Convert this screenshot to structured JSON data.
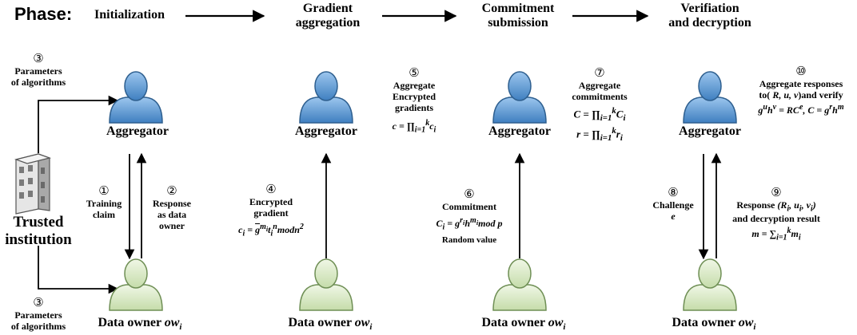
{
  "phase_row": {
    "label": "Phase:",
    "phases": [
      {
        "line1": "Initialization",
        "line2": ""
      },
      {
        "line1": "Gradient",
        "line2": "aggregation"
      },
      {
        "line1": "Commitment",
        "line2": "submission"
      },
      {
        "line1": "Verifiation",
        "line2": "and decryption"
      }
    ]
  },
  "actors": {
    "aggregator": "Aggregator",
    "data_owner": "Data owner ",
    "data_owner_sym": "ow",
    "data_owner_sub": "i",
    "trusted_line1": "Trusted",
    "trusted_line2": "institution"
  },
  "steps": {
    "s1": {
      "num": "①",
      "line1": "Training",
      "line2": "claim"
    },
    "s2": {
      "num": "②",
      "line1": "Response",
      "line2": "as data",
      "line3": "owner"
    },
    "s3_top": {
      "num": "③",
      "line1": "Parameters",
      "line2": "of algorithms"
    },
    "s3_bottom": {
      "num": "③",
      "line1": "Parameters",
      "line2": "of algorithms"
    },
    "s4": {
      "num": "④",
      "line1": "Encrypted",
      "line2": "gradient"
    },
    "s5": {
      "num": "⑤",
      "line1": "Aggregate",
      "line2": "Encrypted",
      "line3": "gradients"
    },
    "s6": {
      "num": "⑥",
      "line1": "Commitment",
      "extra": "Random value"
    },
    "s7": {
      "num": "⑦",
      "line1": "Aggregate",
      "line2": "commitments"
    },
    "s8": {
      "num": "⑧",
      "line1": "Challenge",
      "line2": "e"
    },
    "s9": {
      "num": "⑨",
      "line1": "Response",
      "line2": "and decryption result"
    },
    "s10": {
      "num": "⑩",
      "line1": "Aggregate responses",
      "line2": "and verify"
    }
  },
  "colors": {
    "aggregator_fill": "#5b9bd5",
    "aggregator_stroke": "#2e5f8f",
    "owner_fill": "#d9ebc4",
    "owner_stroke": "#6f8f55",
    "building_fill": "#c8c8c8",
    "line": "#000000"
  }
}
